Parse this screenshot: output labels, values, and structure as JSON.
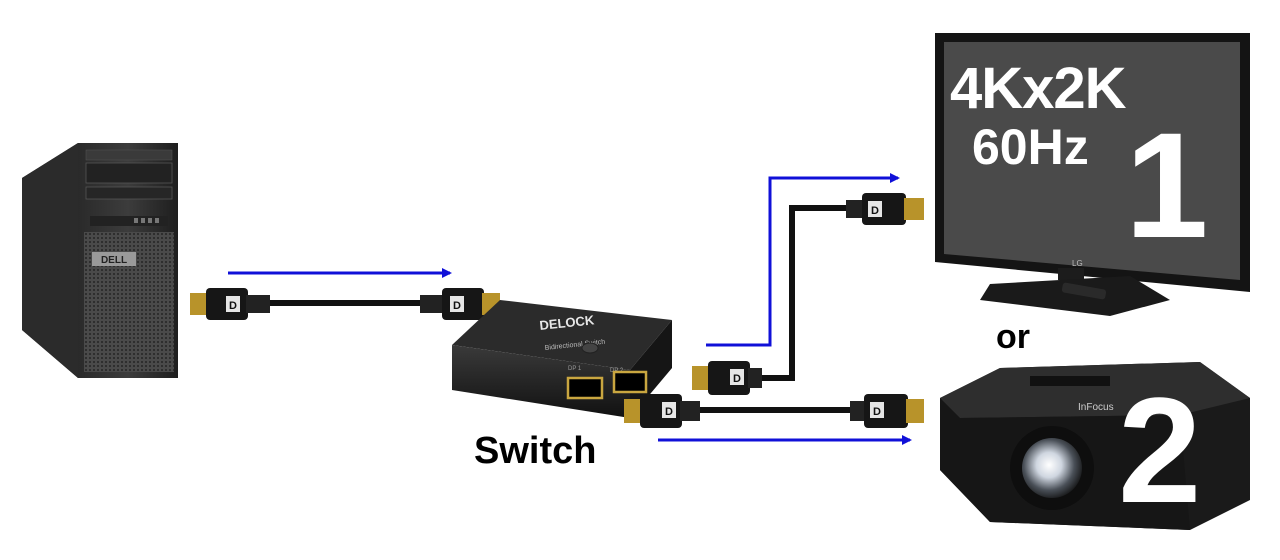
{
  "devices": {
    "computer": {
      "brand": "DELL",
      "icon": "desktop-tower-icon"
    },
    "switch": {
      "brand": "DELOCK",
      "caption": "Switch",
      "product_text": "Bidirectional Switch",
      "port1": "DP 1",
      "port2": "DP 2",
      "icon": "kvm-switch-icon"
    },
    "monitor": {
      "resolution": "4Kx2K",
      "refresh": "60Hz",
      "number": "1",
      "brand": "LG",
      "icon": "monitor-icon"
    },
    "projector": {
      "number": "2",
      "brand": "InFocus",
      "icon": "projector-icon"
    }
  },
  "connector_text": "or",
  "colors": {
    "arrow": "#1010d8",
    "cable": "#111111",
    "plug_metal": "#b8932a"
  }
}
